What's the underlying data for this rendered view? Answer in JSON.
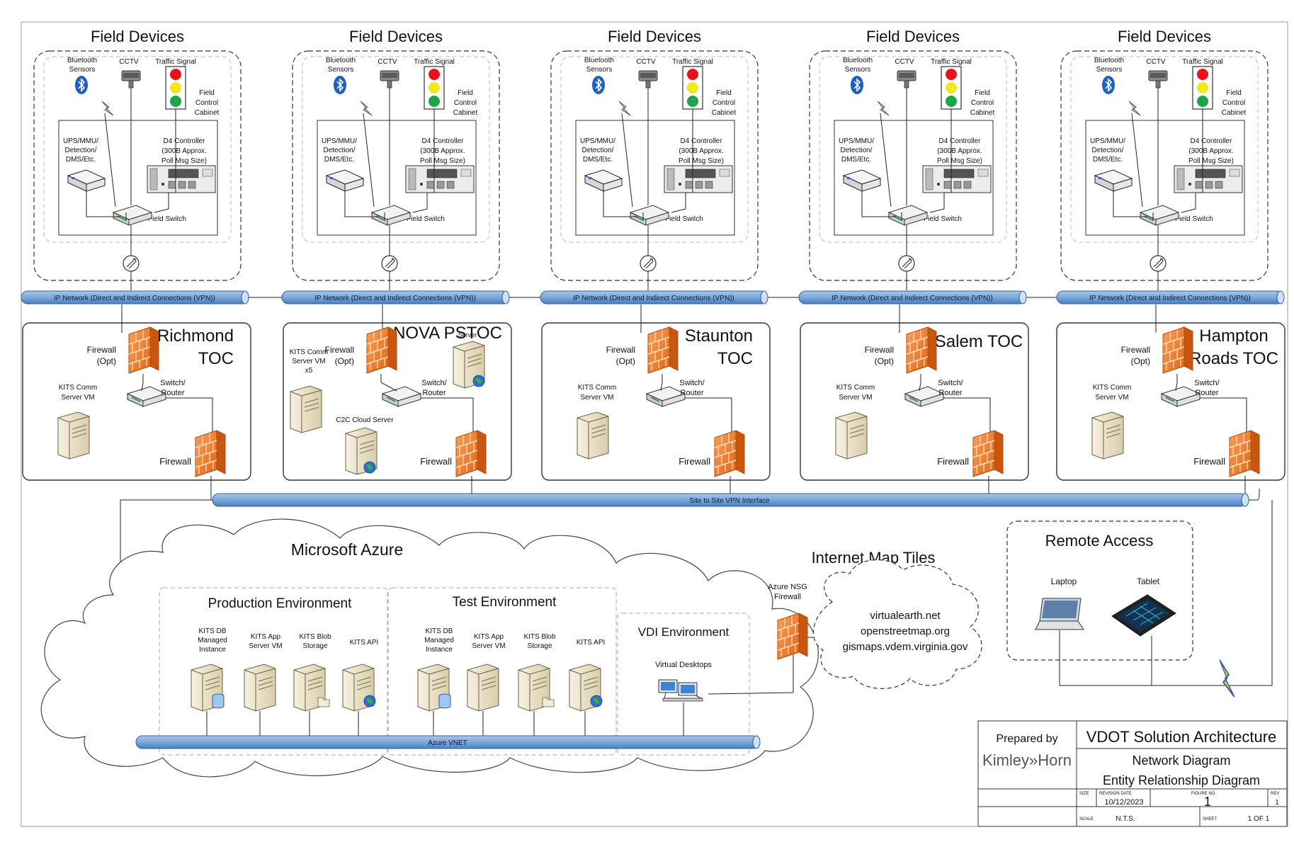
{
  "field_zone": {
    "title": "Field Devices",
    "bluetooth_label": "Bluetooth Sensors",
    "cctv_label": "CCTV",
    "signal_label": "Traffic Signal",
    "cabinet_label": "Field Control Cabinet",
    "ups_label": "UPS/MMU/ Detection/ DMS/Etc.",
    "controller_label": "D4 Controller (300B Approx. Poll Msg Size)",
    "switch_label": "Field Switch"
  },
  "ip_network_label": "IP Network (Direct and Indirect Connections (VPN))",
  "tocs": [
    {
      "name": "Richmond TOC"
    },
    {
      "name": "NOVA PSTOC"
    },
    {
      "name": "Staunton TOC"
    },
    {
      "name": "Salem TOC"
    },
    {
      "name": "Hampton Roads TOC"
    }
  ],
  "toc_labels": {
    "firewall_opt": "Firewall (Opt)",
    "switch_router": "Switch/ Router",
    "kits_comm": "KITS Comm Server VM",
    "kits_comm_x5": "KITS Comm Server VM x5",
    "c2c": "C2C Cloud Server",
    "firewall": "Firewall",
    "pstoc_server_fragment": "Server"
  },
  "vpn_label": "Site to Site VPN Interface",
  "azure": {
    "title": "Microsoft Azure",
    "production": "Production Environment",
    "test": "Test Environment",
    "vdi": "VDI Environment",
    "virtual_desktops": "Virtual Desktops",
    "db": "KITS DB Managed Instance",
    "app": "KITS App Server VM",
    "blob": "KITS Blob Storage",
    "api": "KITS API",
    "vnet": "Azure VNET",
    "nsg": "Azure NSG Firewall"
  },
  "internet": {
    "title": "Internet Map Tiles",
    "sites": [
      "virtualearth.net",
      "openstreetmap.org",
      "gismaps.vdem.virginia.gov"
    ]
  },
  "remote": {
    "title": "Remote Access",
    "laptop": "Laptop",
    "tablet": "Tablet"
  },
  "title_block": {
    "prepared_by": "Prepared by",
    "company": "Kimley»Horn",
    "title": "VDOT Solution Architecture",
    "subtitle1": "Network Diagram",
    "subtitle2": "Entity Relationship Diagram",
    "size_label": "SIZE",
    "revision_date_label": "REVISION DATE",
    "revision_date": "10/12/2023",
    "figure_label": "FIGURE NO.",
    "figure_no": "1",
    "rev_label": "REV",
    "rev": "1",
    "scale_label": "SCALE",
    "scale": "N.T.S.",
    "sheet_label": "SHEET",
    "sheet": "1 OF 1"
  },
  "colors": {
    "pipe": "#7da7d9",
    "pipe_edge": "#2f5f9e",
    "firewall": "#f07a2a",
    "server": "#efe6cf",
    "bluetooth": "#1f5fbf",
    "lightning": "#f2e600"
  }
}
